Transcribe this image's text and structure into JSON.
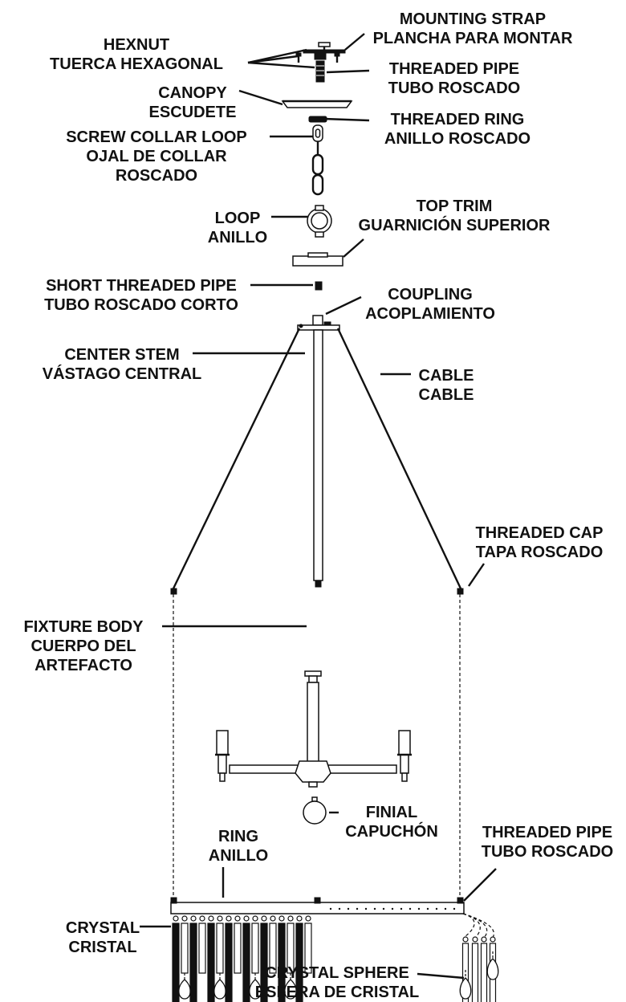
{
  "labels": {
    "mounting_strap_en": "MOUNTING STRAP",
    "mounting_strap_es": "PLANCHA PARA MONTAR",
    "hexnut_en": "HEXNUT",
    "hexnut_es": "TUERCA HEXAGONAL",
    "threaded_pipe_top_en": "THREADED PIPE",
    "threaded_pipe_top_es": "TUBO ROSCADO",
    "canopy_en": "CANOPY",
    "canopy_es": "ESCUDETE",
    "threaded_ring_en": "THREADED RING",
    "threaded_ring_es": "ANILLO ROSCADO",
    "screw_collar_loop_en": "SCREW COLLAR LOOP",
    "screw_collar_loop_es_1": "OJAL DE COLLAR",
    "screw_collar_loop_es_2": "ROSCADO",
    "top_trim_en": "TOP TRIM",
    "top_trim_es": "GUARNICIÓN SUPERIOR",
    "loop_en": "LOOP",
    "loop_es": "ANILLO",
    "short_threaded_pipe_en": "SHORT THREADED PIPE",
    "short_threaded_pipe_es": "TUBO ROSCADO CORTO",
    "coupling_en": "COUPLING",
    "coupling_es": "ACOPLAMIENTO",
    "center_stem_en": "CENTER STEM",
    "center_stem_es": "VÁSTAGO CENTRAL",
    "cable_en": "CABLE",
    "cable_es": "CABLE",
    "threaded_cap_en": "THREADED CAP",
    "threaded_cap_es": "TAPA ROSCADO",
    "fixture_body_en": "FIXTURE BODY",
    "fixture_body_es_1": "CUERPO DEL",
    "fixture_body_es_2": "ARTEFACTO",
    "threaded_pipe_bottom_en": "THREADED PIPE",
    "threaded_pipe_bottom_es": "TUBO ROSCADO",
    "ring_en": "RING",
    "ring_es": "ANILLO",
    "finial_en": "FINIAL",
    "finial_es": "CAPUCHÓN",
    "crystal_en": "CRYSTAL",
    "crystal_es": "CRISTAL",
    "crystal_sphere_en": "CRYSTAL SPHERE",
    "crystal_sphere_es": "ESFERA DE CRISTAL"
  }
}
